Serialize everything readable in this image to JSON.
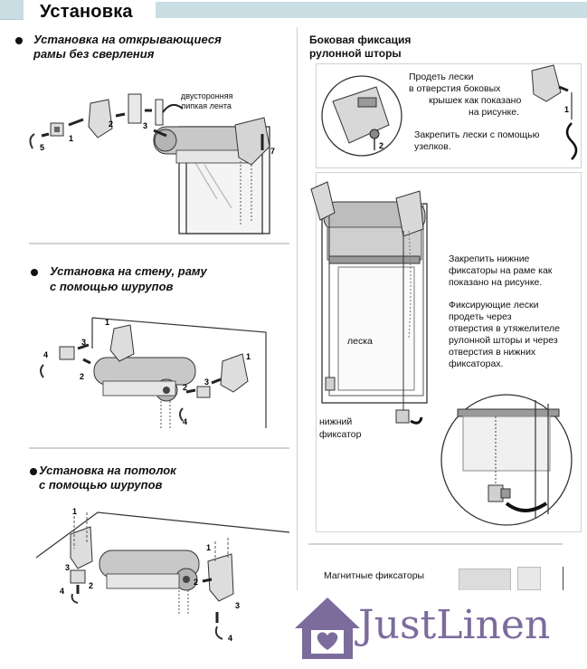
{
  "header": {
    "title": "Установка"
  },
  "left": {
    "section1": {
      "title_line1": "Установка на открывающиеся",
      "title_line2": "рамы без сверления",
      "tape_line1": "двусторонняя",
      "tape_line2": "липкая лента",
      "steps": [
        "5",
        "1",
        "2",
        "3",
        "7"
      ]
    },
    "section2": {
      "title_line1": "Установка на стену, раму",
      "title_line2": "с помощью шурупов",
      "steps": [
        "1",
        "3",
        "4",
        "2",
        "2",
        "3",
        "4",
        "1"
      ]
    },
    "section3": {
      "title_line1": "Установка на потолок",
      "title_line2": "с помощью шурупов",
      "steps": [
        "1",
        "3",
        "4",
        "2",
        "2",
        "1",
        "3",
        "4"
      ]
    }
  },
  "right": {
    "title_line1": "Боковая фиксация",
    "title_line2": "рулонной шторы",
    "note1_lines": [
      "Продеть лески",
      "в отверстия боковых",
      "крышек как показано",
      "на рисунке."
    ],
    "note2_lines": [
      "Закрепить лески с помощью",
      "узелков."
    ],
    "step_a": "2",
    "step_b": "1",
    "note3_lines": [
      "Закрепить нижние",
      "фиксаторы на раме как",
      "показано на рисунке."
    ],
    "note4_lines": [
      "Фиксирующие лески",
      "продеть через",
      "отверстия в утяжелителе",
      "рулонной шторы и через",
      "отверстия в нижних",
      "фиксаторах."
    ],
    "leska_label": "леска",
    "fixator_line1": "нижний",
    "fixator_line2": "фиксатор",
    "magnet_label": "Магнитные фиксаторы"
  },
  "logo": {
    "text": "JustLinen"
  },
  "colors": {
    "header_band": "#c9dde3",
    "divider": "#cfd3d4",
    "logo": "#7b6c9c"
  }
}
